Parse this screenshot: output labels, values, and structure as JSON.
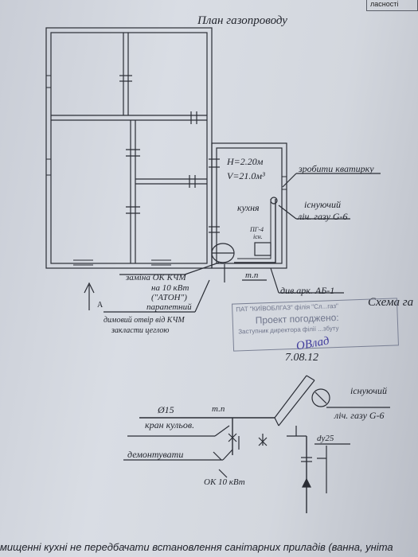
{
  "header": {
    "tab": "ласності"
  },
  "plan": {
    "title": "План газопроводу",
    "height": "H=2.20м",
    "volume": "V=21.0м³",
    "room": "кухня",
    "note_vent": "зробити кватирку",
    "meter1": "існуючий",
    "meter2": "ліч. газу G-6",
    "stove1": "ПГ-4",
    "stove2": "існ.",
    "tp": "т.п",
    "div_ark": "див.арк. АБ-1",
    "boiler1": "заміна ОК КЧМ",
    "boiler2": "на 10 кВт",
    "boiler3": "(\"АТОН\")",
    "boiler4": "парапетний",
    "chimney1": "димовий отвір від КЧМ",
    "chimney2": "закласти цеглою",
    "north": "А"
  },
  "scheme": {
    "title": "Схема га",
    "pipe": "Ø15",
    "valve": "кран кульов.",
    "tp": "т.п",
    "dismantle": "демонтувати",
    "boiler": "ОК 10 кВт",
    "meter1": "існуючий",
    "meter2": "ліч. газу G-6",
    "dy": "dy25"
  },
  "stamp": {
    "org": "ПАТ \"КИЇВОБЛГАЗ\" філія \"Сл...газ\"",
    "status": "Проект погоджено:",
    "role": "Заступник директора філії ...збуту",
    "signature": "ОВлад",
    "date": "7.08.12"
  },
  "footer": {
    "text": "мищенні кухні не передбачати встановлення санітарних приладів (ванна, уніта"
  }
}
